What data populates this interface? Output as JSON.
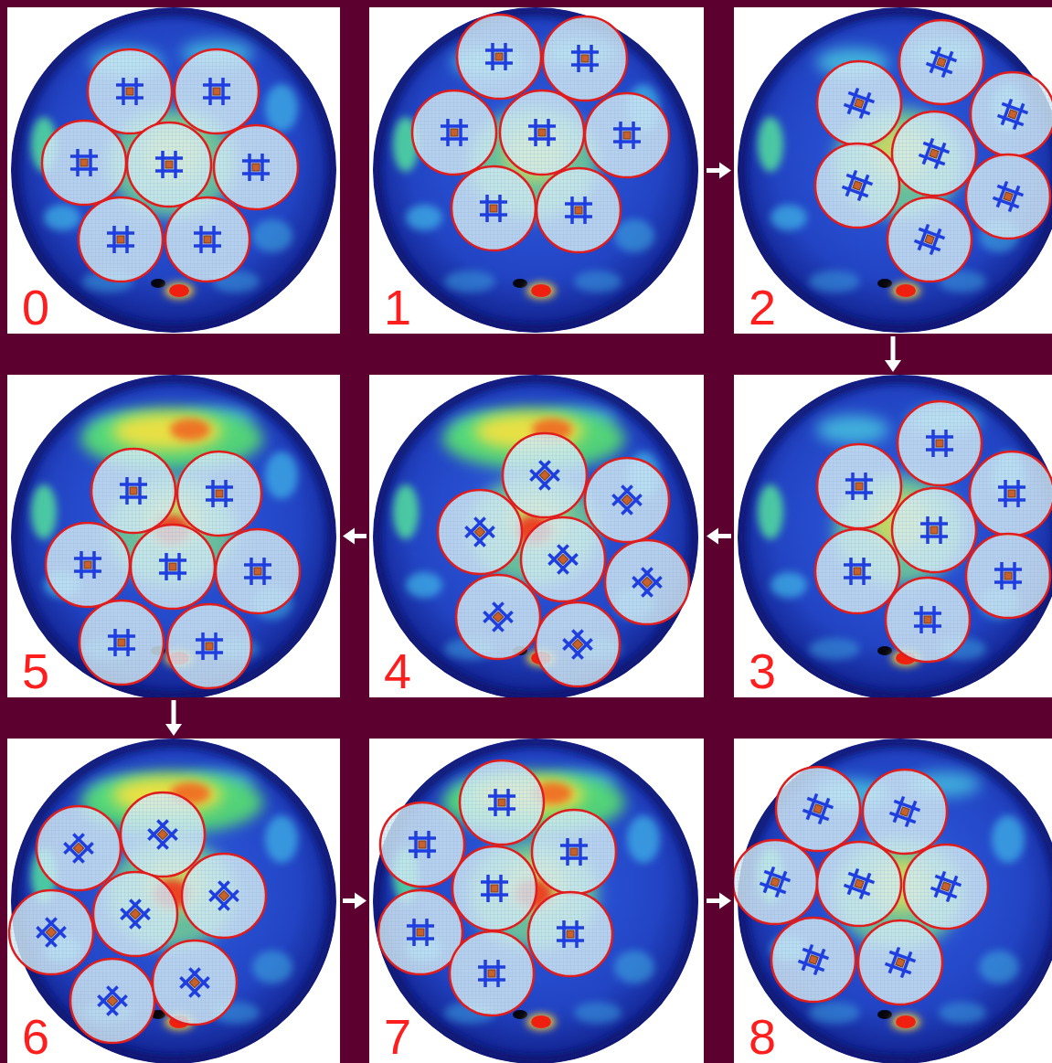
{
  "diagram": {
    "nodes": [
      {
        "text": [
          "0"
        ]
      },
      {
        "text": [
          "1"
        ]
      },
      {
        "text": [
          "2"
        ]
      },
      {
        "text": [
          "3"
        ]
      },
      {
        "text": [
          "4"
        ]
      },
      {
        "text": [
          "5"
        ]
      },
      {
        "text": [
          "6"
        ]
      },
      {
        "text": [
          "7"
        ]
      },
      {
        "text": [
          "8"
        ]
      }
    ],
    "edges": [
      {
        "from": 1,
        "to": 2,
        "arrow": "to"
      },
      {
        "from": 2,
        "to": 3,
        "arrow": "to"
      },
      {
        "from": 3,
        "to": 4,
        "arrow": "to"
      },
      {
        "from": 4,
        "to": 5,
        "arrow": "to"
      },
      {
        "from": 5,
        "to": 6,
        "arrow": "to"
      },
      {
        "from": 6,
        "to": 7,
        "arrow": "to"
      },
      {
        "from": 7,
        "to": 8,
        "arrow": "to"
      }
    ]
  }
}
